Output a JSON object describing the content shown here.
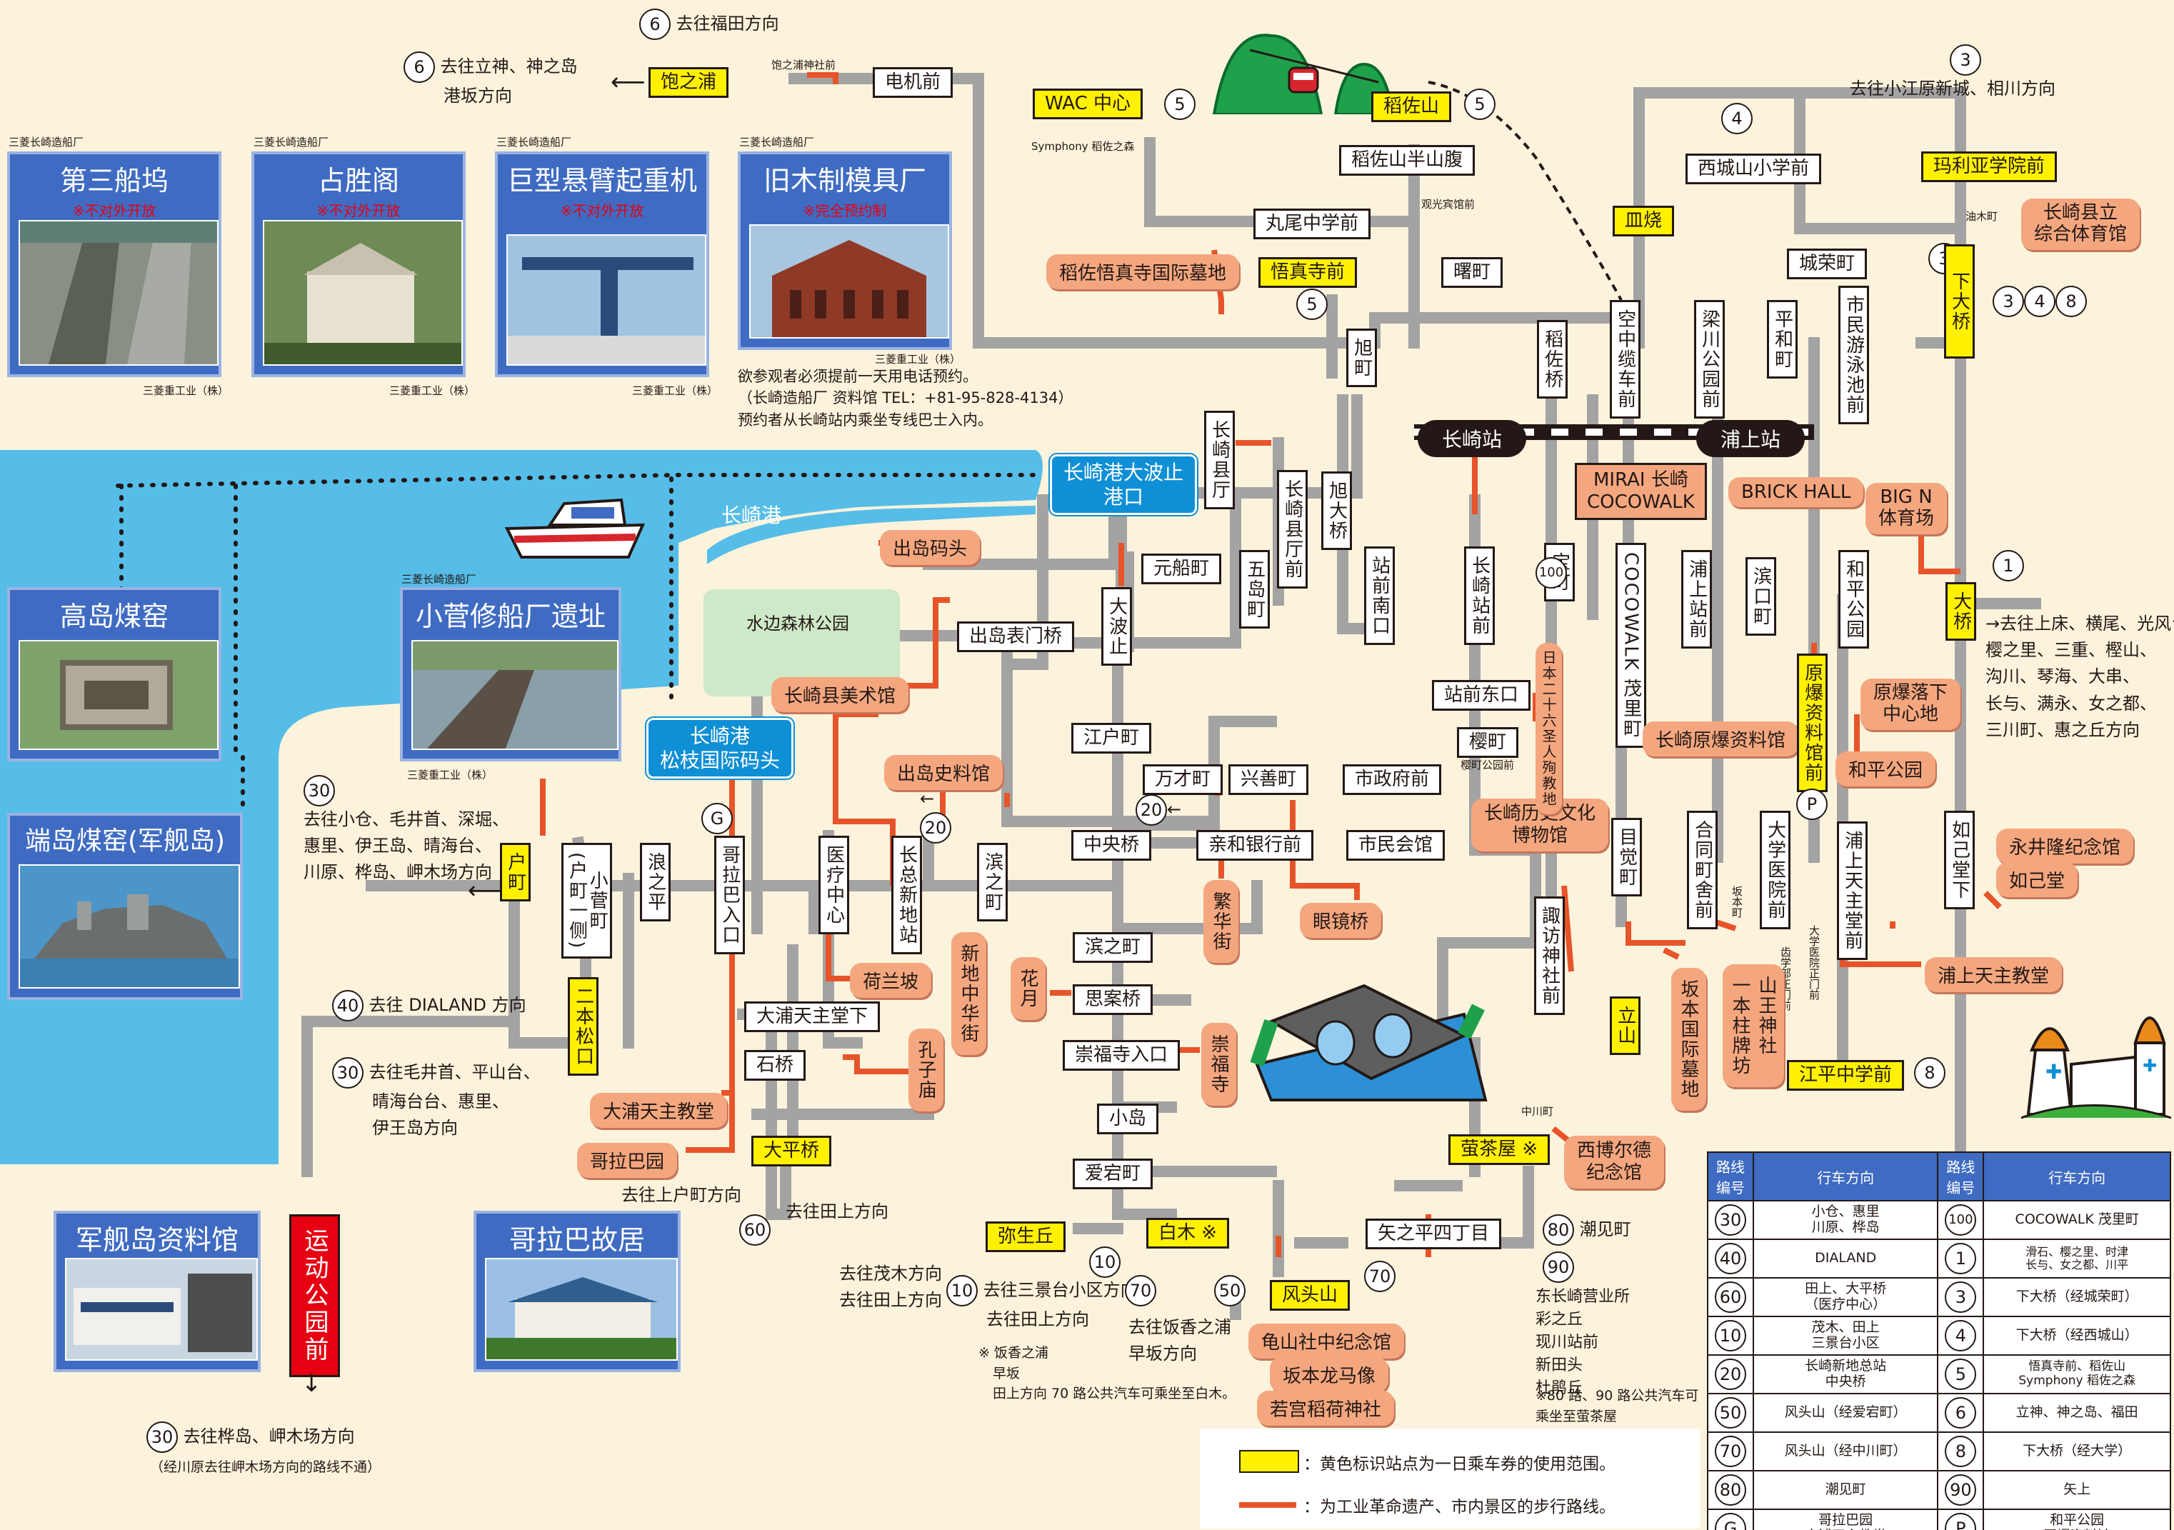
{
  "stations": {
    "nagasaki": "长崎站",
    "urakami": "浦上站"
  },
  "harbor": {
    "label": "长崎港"
  },
  "top_stops": {
    "akunoura": "饱之浦",
    "akunoura_shrine": "饱之浦神社前",
    "denkimae": "电机前",
    "wac": "WAC 中心",
    "symphony": "Symphony 稻佐之森",
    "inasayama": "稻佐山",
    "inasa_hanzan": "稻佐山半山腹",
    "kankoumae": "观光宾馆前",
    "maruo": "丸尾中学前",
    "gosinji": "悟真寺前",
    "akebono": "曙町",
    "nishishiro": "西城山小学前",
    "sarayaki": "皿烧",
    "jouei": "城荣町",
    "maria": "玛利亚学院前",
    "aburagi": "油木町",
    "shimo_ohashi": "下大桥",
    "sports_center": "长崎县立\n综合体育馆",
    "inasa_grave": "稻佐悟真寺国际墓地",
    "asahi": "旭町",
    "inasa_bridge": "稻佐桥",
    "ropeway": "空中缆车前",
    "hashikawa": "梁川公园前",
    "heiwa_cho": "平和町",
    "pool": "市民游泳池前"
  },
  "shipyard_cards": [
    {
      "owner": "三菱长崎造船厂",
      "title": "第三船坞",
      "warn": "※不对外开放",
      "credit": "三菱重工业（株）"
    },
    {
      "owner": "三菱长崎造船厂",
      "title": "占胜阁",
      "warn": "※不对外开放",
      "credit": "三菱重工业（株）"
    },
    {
      "owner": "三菱长崎造船厂",
      "title": "巨型悬臂起重机",
      "warn": "※不对外开放",
      "credit": "三菱重工业（株）"
    },
    {
      "owner": "三菱长崎造船厂",
      "title": "旧木制模具厂",
      "warn": "※完全预约制",
      "credit": "三菱重工业（株）"
    }
  ],
  "reservation_note": [
    "欲参观者必须提前一天用电话预约。",
    "（长崎造船厂 资料馆 TEL：+81-95-828-4134）",
    "预约者从长崎站内乘坐专线巴士入内。"
  ],
  "left_cards": {
    "takashima": "高岛煤窑",
    "hashima": "端岛煤窑(军舰岛)",
    "kosuge_owner": "三菱长崎造船厂",
    "kosuge": "小菅修船厂遗址",
    "kosuge_credit": "三菱重工业（株）",
    "gunkan_museum": "军舰岛资料馆",
    "glover_house": "哥拉巴故居",
    "park": "运动公园前"
  },
  "directions": {
    "fukuda": "去往福田方向",
    "tategami": [
      "去往立神、神之岛",
      "港坂方向"
    ],
    "koebara": "去往小江原新城、相川方向",
    "koshiki": [
      "去往小仓、毛井首、深堀、",
      "惠里、伊王岛、晴海台、",
      "川原、桦岛、岬木场方向"
    ],
    "dialand": "去往 DIALAND 方向",
    "keizuke": [
      "去往毛井首、平山台、",
      "晴海台台、惠里、",
      "伊王岛方向"
    ],
    "kabashima": "去往桦岛、岬木场方向",
    "kawahara_note": "（经川原去往岬木场方向的路线不通）",
    "tobe": "去往上户町方向",
    "tagami": "去往田上方向",
    "mogi": [
      "去往茂木方向",
      "去往田上方向"
    ],
    "sangendai": [
      "去往三景台小区方向",
      "去往田上方向"
    ],
    "iinoka": [
      "去往饭香之浦",
      "早坂方向"
    ],
    "iinoka_note": [
      "※ 饭香之浦",
      "早坂",
      "田上方向 70 路公共汽车可乘坐至白木。"
    ],
    "shiomi": "潮见町",
    "east": [
      "去往上床、横尾、光风台、",
      "樱之里、三重、樫山、",
      "沟川、琴海、大串、",
      "长与、满永、女之都、",
      "三川町、惠之丘方向"
    ],
    "shiomi_list": [
      "东长崎营业所",
      "彩之丘",
      "现川站前",
      "新田头",
      "杜鹃丘"
    ],
    "shiomi_note": [
      "※80 路、90 路公共汽车可",
      "乘坐至萤茶屋"
    ]
  },
  "center_stops": {
    "ohato": "长崎港大波止\n港口",
    "dejima_wharf": "出岛码头",
    "motofuna": "元船町",
    "dejima_omote": "出岛表门桥",
    "ohato_stop": "大波止",
    "art_museum": "长崎县美术馆",
    "mizube": "水边森林公园",
    "matsugae": "长崎港\n松枝国际码头",
    "dejima_museum": "出岛史料馆",
    "edomachi": "江户町",
    "mansai": "万才町",
    "kouzen": "兴善町",
    "shiyakusho": "市政府前",
    "chuobashi": "中央桥",
    "shinwa": "亲和银行前",
    "shimin_kaikan": "市民会馆",
    "megane": "眼镜桥",
    "hanzai": "繁华街",
    "hamanomachi_stop": "滨之町",
    "shianbashi": "思案桥",
    "hanatsuki": "花月",
    "sofukuji_entr": "崇福寺入口",
    "sofukuji": "崇福寺",
    "koshima": "小岛",
    "atago": "爱宕町",
    "kencho": "长崎县厅",
    "kencho_mae": "长崎县厅前",
    "goshima": "五岛町",
    "asahi_bridge": "旭大桥",
    "ekimae_minami": "站前南口",
    "ekimae": "长崎站前",
    "ekimae_higashi": "站前东口",
    "sakura": "樱町",
    "sakura_park": "樱町公园前",
    "history_museum": "长崎历史文化\n博物馆",
    "martyrs": "日本二十六圣人殉教地",
    "takara": "宝町",
    "cocowalk_stop": "COCOWALK 茂里町",
    "mirai": "MIRAI 长崎\nCOCOWALK",
    "brick": "BRICK HALL",
    "urakami_ekimae": "浦上站前",
    "hamaguchi": "滨口町",
    "heiwa_koen": "和平公园",
    "heiwa_koen_spot": "和平公园",
    "bigN": "BIG N\n体育场",
    "ohashi": "大桥",
    "a_bomb_museum": "长崎原爆资料馆",
    "a_bomb_stop": "原爆资料馆前",
    "hypocenter": "原爆落下\n中心地",
    "mezame": "目觉町",
    "godo": "合同町舍前",
    "daigaku": "大学医院前",
    "urakami_church_stop": "浦上天主堂前",
    "nyokodo": "如己堂下",
    "nagai": "永井隆纪念馆",
    "nyokodo_spot": "如己堂",
    "urakami_church": "浦上天主教堂",
    "koenji": "江平中学前",
    "sakamoto": "坂本国际墓地",
    "sanno": "山王神社\n一本柱牌坊",
    "sakamotomachi": "坂本町",
    "dental": "齿学部正门前",
    "hospital_gate": "大学医院正门前",
    "tateyama": "立山",
    "suwa": "諏访神社前",
    "nakagawa": "中川町",
    "siebold": "西博尔德\n纪念馆",
    "hotarujaya": "萤茶屋 ※",
    "yanokami": "矢之平四丁目",
    "kazagashira": "风头山",
    "kameyama": "龟山社中纪念馆",
    "ryoma": "坂本龙马像",
    "wakamiya": "若宫稻荷神社",
    "shiraki": "白木 ※",
    "yayoi": "弥生丘",
    "ohira": "大平桥",
    "glover_stop": "哥拉巴入口",
    "glover_en": "哥拉巴园",
    "oura_stop": "大浦天主堂下",
    "ishibashi": "石桥",
    "oura_church": "大浦天主教堂",
    "iryo": "医疗中心",
    "nagasaki_shinchi": "长总新地站",
    "hamanomachi": "滨之町",
    "naminohira": "浪之平",
    "kosuge_stop": "小菅町\n(户町一侧)",
    "tomachi": "户町",
    "nihonmatsu": "二本松口",
    "oranda": "荷兰坡",
    "shinchi_china": "新地中华街",
    "koshibyo": "孔子庙"
  },
  "legend": {
    "header": [
      "路线编号",
      "行车方向",
      "路线编号",
      "行车方向"
    ],
    "rows": [
      [
        "30",
        "小仓、惠里\n川原、桦岛",
        "100",
        "COCOWALK 茂里町"
      ],
      [
        "40",
        "DIALAND",
        "1",
        "滑石、樱之里、时津\n长与、女之都、川平"
      ],
      [
        "60",
        "田上、大平桥\n（医疗中心）",
        "3",
        "下大桥（经城荣町）"
      ],
      [
        "10",
        "茂木、田上\n三景台小区",
        "4",
        "下大桥（经西城山）"
      ],
      [
        "20",
        "长崎新地总站\n中央桥",
        "5",
        "悟真寺前、稻佐山\nSymphony 稻佐之森"
      ],
      [
        "50",
        "风头山（经爱宕町）",
        "6",
        "立神、神之岛、福田"
      ],
      [
        "70",
        "风头山（经中川町）",
        "8",
        "下大桥（经大学）"
      ],
      [
        "80",
        "潮见町",
        "90",
        "矢上"
      ],
      [
        "G",
        "哥拉巴园\n大浦天主教堂",
        "P",
        "和平公园\n原爆资料馆"
      ]
    ],
    "yellow_key": "：黄色标识站点为一日乘车券的使用范围。",
    "red_key": "：为工业革命遗产、市内景区的步行路线。"
  },
  "colors": {
    "bus_route": "#a3a3a3",
    "walk_route": "#e8542a",
    "free_stop": "#fff100",
    "sea": "#56bde8",
    "card": "#3f6bc2",
    "spot": "#f4a77f"
  }
}
